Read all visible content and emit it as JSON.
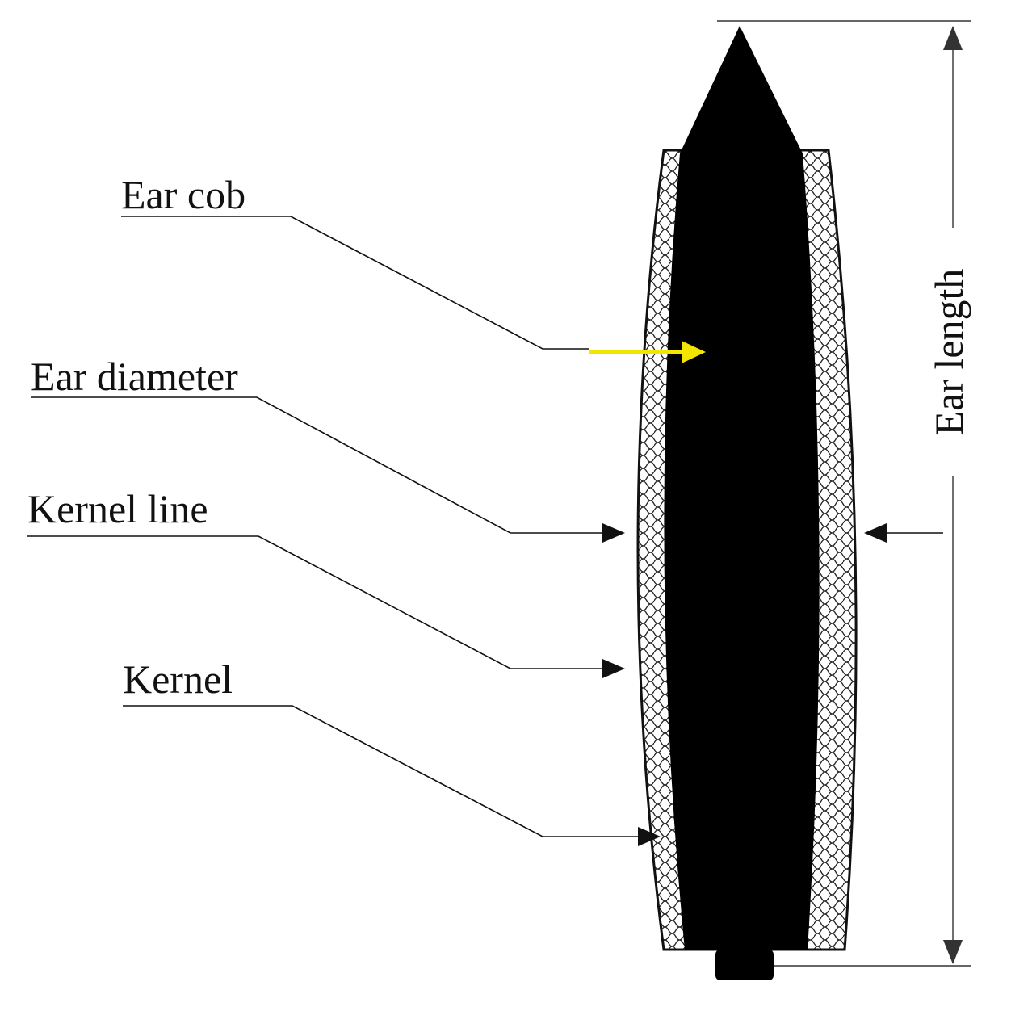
{
  "labels": {
    "ear_cob": "Ear cob",
    "ear_diameter": "Ear diameter",
    "kernel_line": "Kernel line",
    "kernel": "Kernel",
    "ear_length": "Ear length"
  },
  "colors": {
    "cob": "#000000",
    "kernel_pattern": "#ffffff",
    "ear_cob_arrow": "#f2e600",
    "lines": "#111111"
  }
}
